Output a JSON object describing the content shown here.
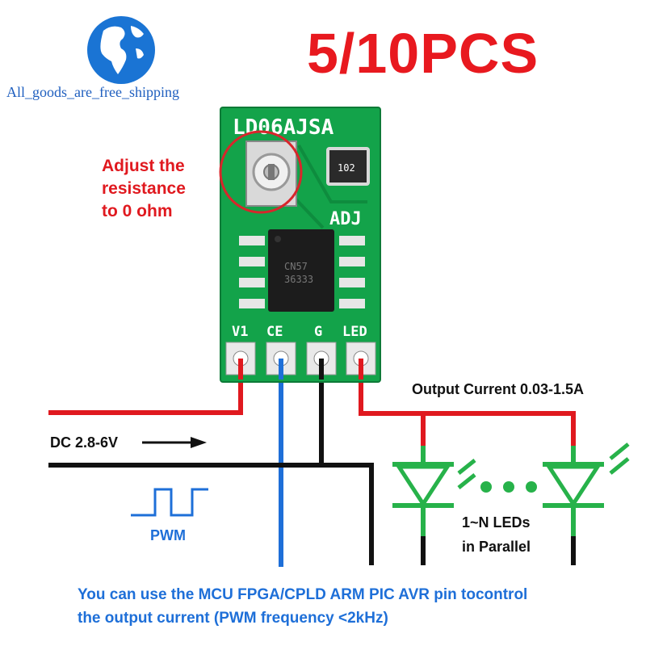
{
  "logo": {
    "store_name": "All_goods_are_free_shipping",
    "icon": "globe-icon"
  },
  "headline": "5/10PCS",
  "annotation": {
    "lines": [
      "Adjust the",
      "resistance",
      "to 0 ohm"
    ]
  },
  "board": {
    "model": "LD06AJSA",
    "pot_label": "ADJ",
    "resistor_code": "102",
    "chip_marking": [
      "CN57",
      "36333"
    ],
    "pins": [
      "V1",
      "CE",
      "G",
      "LED"
    ]
  },
  "labels": {
    "output_current": "Output Current 0.03-1.5A",
    "dc_input": "DC 2.8-6V",
    "pwm": "PWM",
    "leds": [
      "1~N LEDs",
      "in Parallel"
    ]
  },
  "note": [
    "You can use the MCU FPGA/CPLD ARM PIC AVR pin tocontrol",
    "the output current (PWM frequency <2kHz)"
  ],
  "colors": {
    "red_wire": "#e0191f",
    "blue_wire": "#1e6fd8",
    "black_wire": "#111111",
    "pcb_green": "#14a84a",
    "led_green": "#27b24a"
  }
}
